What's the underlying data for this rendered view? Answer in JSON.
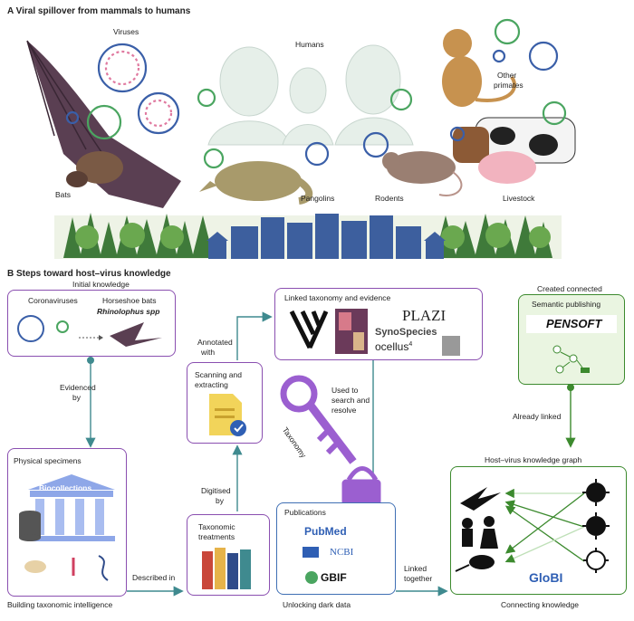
{
  "panel_a": {
    "title": "A  Viral spillover from mammals to humans",
    "labels": {
      "viruses": "Viruses",
      "humans": "Humans",
      "other_primates_1": "Other",
      "other_primates_2": "primates",
      "bats": "Bats",
      "pangolins": "Pangolins",
      "rodents": "Rodents",
      "livestock": "Livestock"
    }
  },
  "panel_b": {
    "title": "B  Steps toward host–virus knowledge",
    "initial": {
      "title": "Initial knowledge",
      "coronaviruses": "Coronaviruses",
      "horseshoe_bats": "Horseshoe bats",
      "species": "Rhinolophus spp"
    },
    "evidenced_by": [
      "Evidenced",
      "by"
    ],
    "physical": {
      "title": "Physical specimens",
      "biocollections": "Biocollections",
      "caption": "Building taxonomic intelligence"
    },
    "described_in": "Described in",
    "treatments": {
      "line1": "Taxonomic",
      "line2": "treatments"
    },
    "digitised_by": [
      "Digitised",
      "by"
    ],
    "scanning": {
      "line1": "Scanning and",
      "line2": "extracting"
    },
    "annotated_with": [
      "Annotated",
      "with"
    ],
    "linked": {
      "title": "Linked taxonomy and evidence",
      "plazi": "PLAZI",
      "synospecies": "SynoSpecies",
      "ocellus": "ocellus",
      "ocellus_sup": "4"
    },
    "used_to": [
      "Used to",
      "search and",
      "resolve"
    ],
    "key_label": "Taxonomy",
    "publications": {
      "title": "Publications",
      "pubmed": "PubMed",
      "ncbi": "NCBI",
      "gbif": "GBIF",
      "caption": "Unlocking dark data"
    },
    "linked_together": [
      "Linked",
      "together"
    ],
    "created_connected": "Created connected",
    "semantic": {
      "title": "Semantic publishing",
      "pensoft": "PENSOFT"
    },
    "already_linked": "Already linked",
    "graph": {
      "title": "Host–virus knowledge graph",
      "globi": "GloBI",
      "caption": "Connecting knowledge"
    }
  },
  "colors": {
    "purple_border": "#8a4fb0",
    "green_border": "#3c8a2e",
    "blue_border": "#3f6fb4",
    "arrow_teal": "#3f8a8f",
    "virus_blue": "#3a5fa8",
    "virus_green": "#4aa560"
  }
}
